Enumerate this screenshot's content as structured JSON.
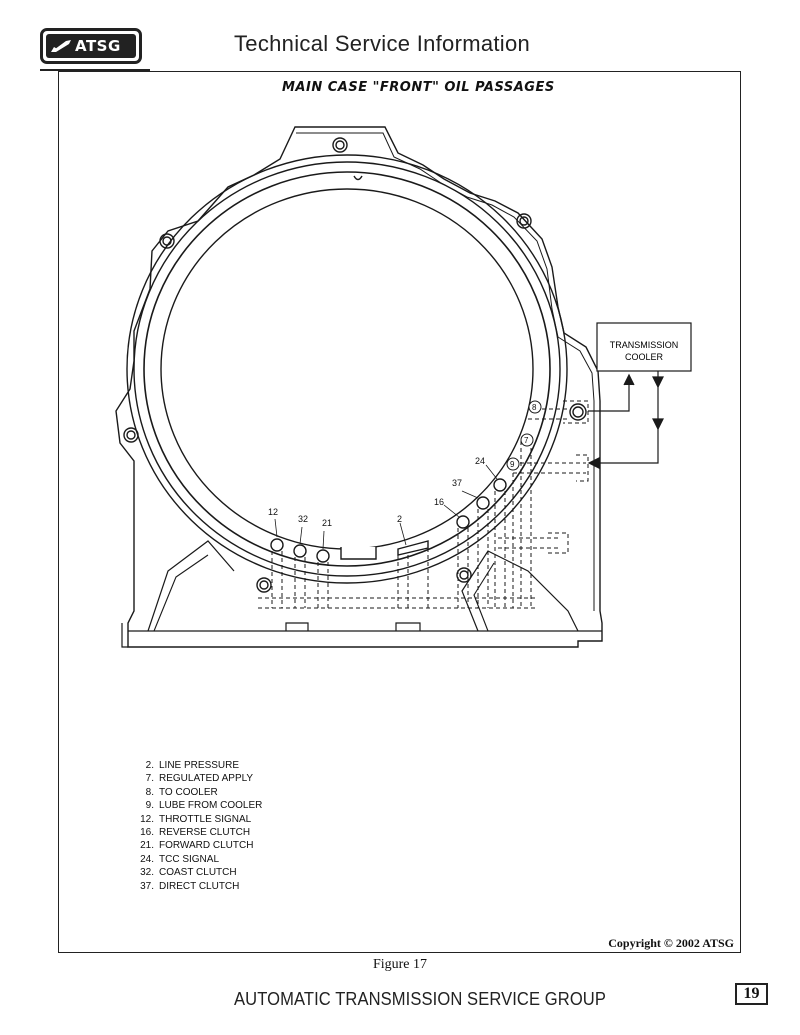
{
  "header": {
    "logo_text": "ATSG",
    "title": "Technical Service Information"
  },
  "diagram": {
    "title": "MAIN CASE \"FRONT\" OIL PASSAGES",
    "cooler_label_line1": "TRANSMISSION",
    "cooler_label_line2": "COOLER",
    "callouts": {
      "p12": "12",
      "p32": "32",
      "p21": "21",
      "p2": "2",
      "p16": "16",
      "p37": "37",
      "p24": "24",
      "p9": "9",
      "p7": "7",
      "p8": "8"
    }
  },
  "legend": [
    {
      "num": "2.",
      "label": "LINE PRESSURE"
    },
    {
      "num": "7.",
      "label": "REGULATED APPLY"
    },
    {
      "num": "8.",
      "label": "TO COOLER"
    },
    {
      "num": "9.",
      "label": "LUBE FROM COOLER"
    },
    {
      "num": "12.",
      "label": "THROTTLE SIGNAL"
    },
    {
      "num": "16.",
      "label": "REVERSE CLUTCH"
    },
    {
      "num": "21.",
      "label": "FORWARD CLUTCH"
    },
    {
      "num": "24.",
      "label": "TCC SIGNAL"
    },
    {
      "num": "32.",
      "label": "COAST CLUTCH"
    },
    {
      "num": "37.",
      "label": "DIRECT CLUTCH"
    }
  ],
  "copyright": "Copyright © 2002 ATSG",
  "figure_caption": "Figure 17",
  "footer": {
    "org": "AUTOMATIC TRANSMISSION SERVICE GROUP",
    "page_number": "19"
  }
}
